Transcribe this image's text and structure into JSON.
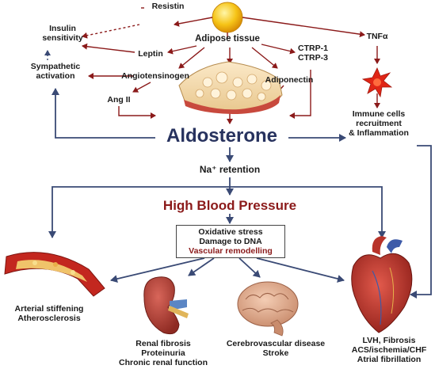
{
  "nodes": {
    "resistin": "Resistin",
    "insulin_sensitivity": [
      "Insulin",
      "sensitivity"
    ],
    "adipose_tissue": "Adipose tissue",
    "leptin": "Leptin",
    "ctrp": [
      "CTRP-1",
      "CTRP-3"
    ],
    "tnf": "TNFα",
    "sympathetic_activation": [
      "Sympathetic",
      "activation"
    ],
    "angiotensinogen": "Angiotensinogen",
    "ang2": "Ang II",
    "adiponectin": "Adiponectin",
    "immune": [
      "Immune cells",
      "recruitment",
      "& Inflammation"
    ],
    "aldosterone": "Aldosterone",
    "na_retention": "Na⁺ retention",
    "high_bp": "High Blood Pressure",
    "mechanisms": [
      "Oxidative stress",
      "Damage to DNA",
      "Vascular remodelling"
    ],
    "arterial": [
      "Arterial stiffening",
      "Atherosclerosis"
    ],
    "renal": [
      "Renal fibrosis",
      "Proteinuria",
      "Chronic renal function"
    ],
    "cerebro": [
      "Cerebrovascular disease",
      "Stroke"
    ],
    "cardiac": [
      "LVH, Fibrosis",
      "ACS/ischemia/CHF",
      "Atrial fibrillation"
    ]
  },
  "colors": {
    "red_arrow": "#8b1a1a",
    "blue_arrow": "#3a4a75",
    "aldosterone_text": "#27325e",
    "high_bp_text": "#8b1a1a"
  },
  "icons": [
    "sun-sphere-icon",
    "adipose-tissue-icon",
    "immune-cell-icon",
    "artery-plaque-icon",
    "kidney-icon",
    "brain-icon",
    "heart-icon"
  ]
}
